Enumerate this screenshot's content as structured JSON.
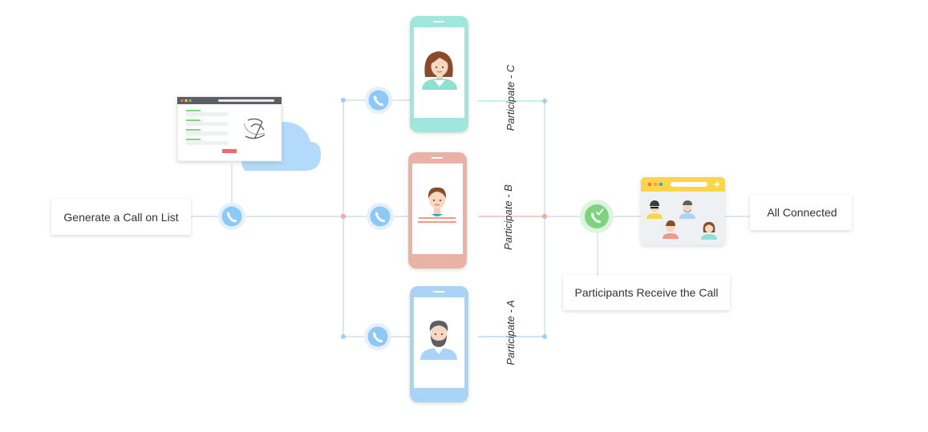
{
  "start_label": "Generate a Call on List",
  "participants": [
    {
      "id": "c",
      "label": "Participate - C",
      "color": "#9fe6dd"
    },
    {
      "id": "b",
      "label": "Participate - B",
      "color": "#e9b2a5"
    },
    {
      "id": "a",
      "label": "Participate - A",
      "color": "#a9d4f8"
    }
  ],
  "receive_label": "Participants Receive the Call",
  "end_label": "All Connected",
  "colors": {
    "line": "#c9d6e3",
    "call_blue": "#8ec8f6",
    "call_green": "#7fd37f",
    "node_blue": "#9fd0ef",
    "node_red": "#eab0a3",
    "cloud": "#b3dafb",
    "browser_yellow": "#fcd54c"
  },
  "icons": [
    "phone-icon",
    "phone-check-icon",
    "cloud-icon",
    "browser-window-icon",
    "group-video-icon"
  ]
}
